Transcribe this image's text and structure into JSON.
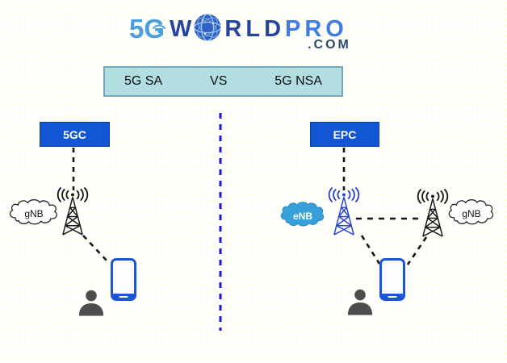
{
  "logo": {
    "prefix": "5G",
    "word_start": "W",
    "word_middle": "RLD",
    "word_end": "PRO",
    "tld": ".COM"
  },
  "banner": {
    "left_label": "5G SA",
    "versus_label": "VS",
    "right_label": "5G NSA"
  },
  "left_diagram": {
    "core_box_label": "5GC",
    "gnb_cloud_label": "gNB"
  },
  "right_diagram": {
    "core_box_label": "EPC",
    "enb_cloud_label": "eNB",
    "gnb_cloud_label": "gNB"
  },
  "colors": {
    "core_box_blue": "#1256d4",
    "banner_background": "#b3dee1",
    "banner_border": "#74a8bc",
    "divider_blue": "#1818d0",
    "enb_cloud_blue": "#38a0d8",
    "tower_blue": "#2b46c8",
    "tower_black": "#1a1a1a",
    "phone_blue": "#1d55d8",
    "person_gray": "#4d4d4d",
    "logo_navy": "#27449b",
    "logo_sky_blue": "#4a9fdc",
    "logo_pro_blue": "#3f7be4",
    "logo_com_navy": "#2b4a6e"
  }
}
